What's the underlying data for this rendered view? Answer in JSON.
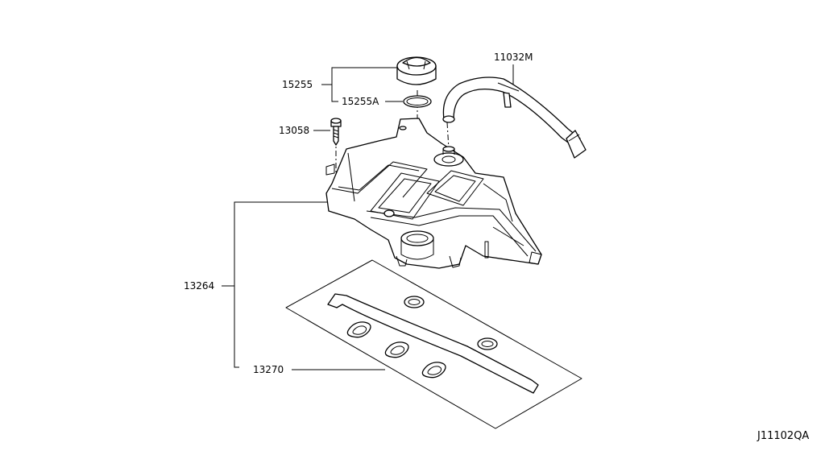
{
  "labels": {
    "oil_filler_cap": "15255",
    "cap_seal": "15255A",
    "pcv_hose": "11032M",
    "cover_bolt": "13058",
    "rocker_cover": "13264",
    "cover_gasket": "13270"
  },
  "diagram_code": "J11102QA",
  "colors": {
    "line": "#000000",
    "background": "#ffffff"
  }
}
